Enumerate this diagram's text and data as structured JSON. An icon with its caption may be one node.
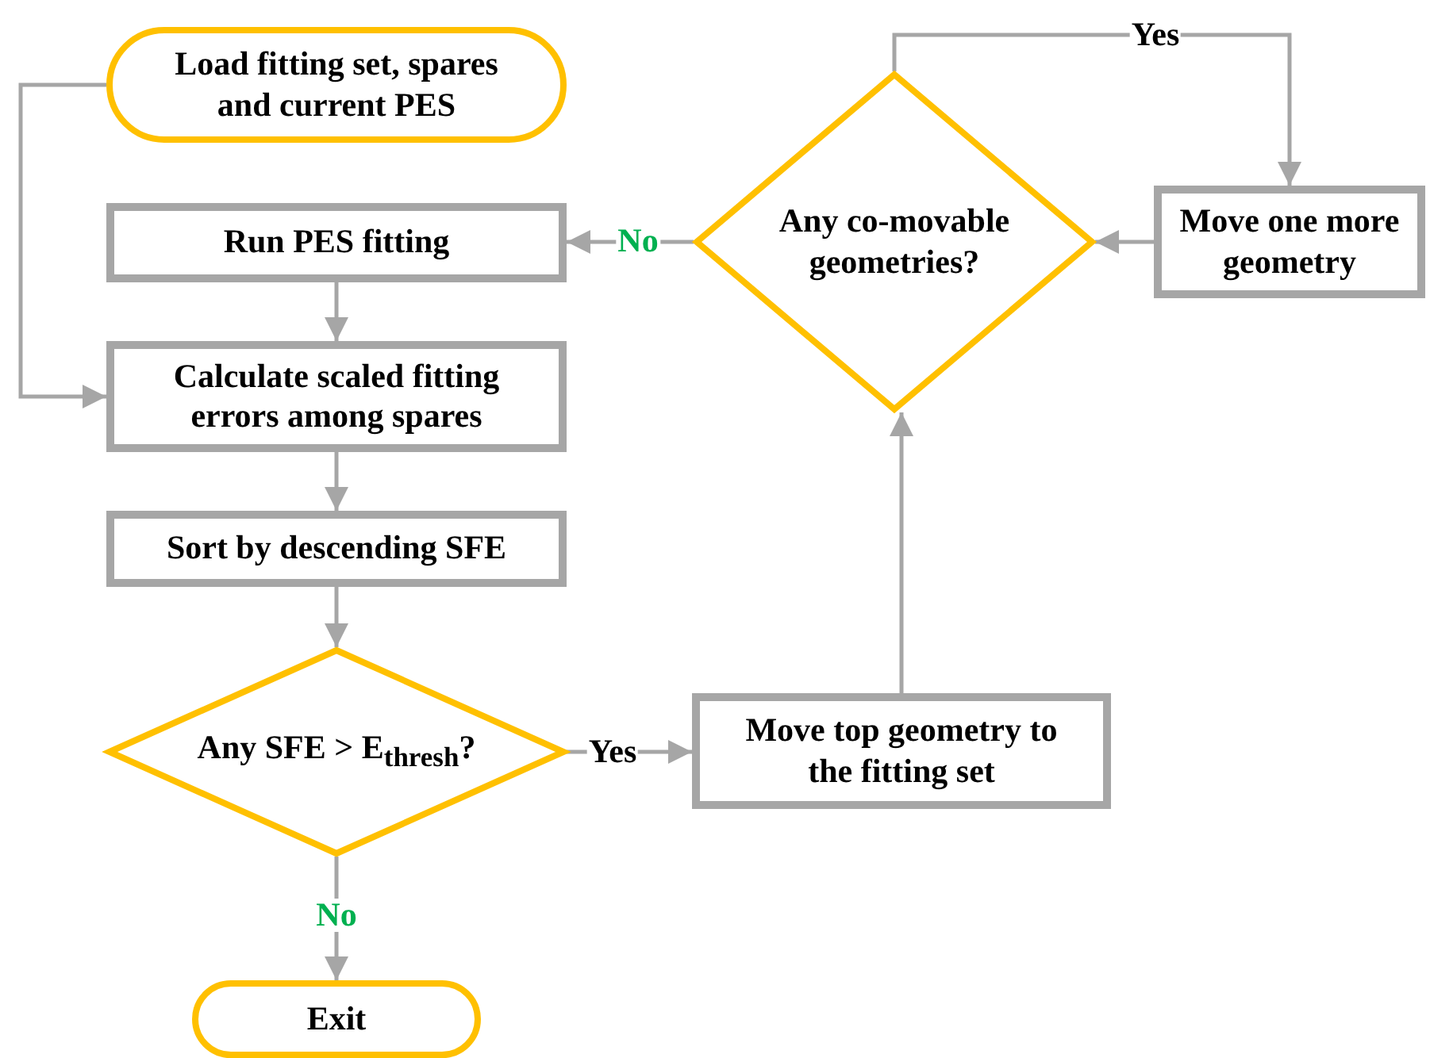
{
  "diagram": {
    "nodes": [
      {
        "text": [
          "Load fitting set, spares and current PES"
        ]
      },
      {
        "text": [
          "Run PES fitting"
        ]
      },
      {
        "text": [
          "Calculate scaled fitting errors among spares"
        ]
      },
      {
        "text": [
          "Sort by descending SFE"
        ]
      },
      {
        "text": [
          "Any SFE > E$_{thresh}$?"
        ]
      },
      {
        "text": [
          "Move top geometry to the fitting set"
        ]
      },
      {
        "text": [
          "Any co-movable geometries?"
        ]
      },
      {
        "text": [
          "Move one more geometry"
        ]
      },
      {
        "text": [
          "Exit"
        ]
      }
    ],
    "edges": [
      {
        "from": 0,
        "to": 2,
        "arrow": "to"
      },
      {
        "from": 1,
        "to": 2,
        "arrow": "to"
      },
      {
        "from": 2,
        "to": 3,
        "arrow": "to"
      },
      {
        "from": 3,
        "to": 4,
        "arrow": "to"
      },
      {
        "from": 4,
        "to": 5,
        "arrow": "to",
        "label": "Yes"
      },
      {
        "from": 4,
        "to": 8,
        "arrow": "to",
        "label": "No"
      },
      {
        "from": 5,
        "to": 6,
        "arrow": "to"
      },
      {
        "from": 6,
        "to": 7,
        "arrow": "to",
        "label": "Yes"
      },
      {
        "from": 7,
        "to": 6,
        "arrow": "to"
      },
      {
        "from": 6,
        "to": 1,
        "arrow": "to",
        "label": "No"
      }
    ]
  }
}
